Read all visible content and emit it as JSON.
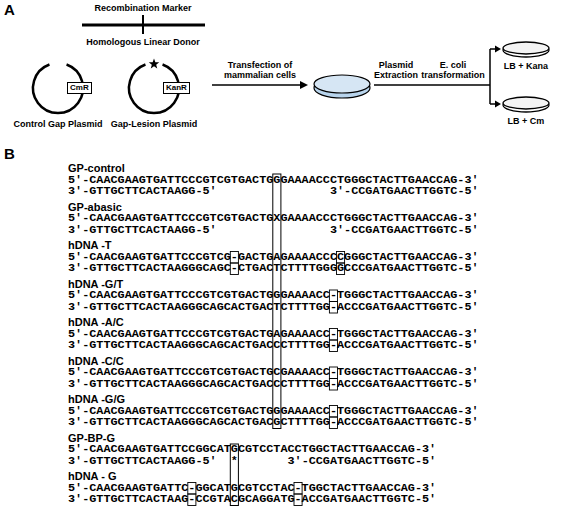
{
  "diagram": {
    "nodes": [
      {
        "text": [
          "Control Gap Plasmid"
        ]
      },
      {
        "text": [
          "CmR"
        ],
        "in": 0
      },
      {
        "text": [
          "Gap-Lesion Plasmid"
        ]
      },
      {
        "text": [
          "KanR"
        ],
        "in": 2
      },
      {
        "text": [
          "LB + Kana"
        ]
      },
      {
        "text": [
          "LB + Cm"
        ]
      }
    ],
    "labels": [
      "A",
      "Recombination Marker",
      "Homologous Linear Donor",
      "Transfection of mammalian cells",
      "Plasmid Extraction",
      "E. coli transformation",
      "B",
      "GP-control",
      "5'-CAACGAAGTGATTCCCGTCGTGACTGGGAAAACCCTGGGCTACTTGAACCAG-3'",
      "3'-GTTGCTTCACTAAGG-5'",
      "3'-CCGATGAACTTGGTC-5'",
      "GP-abasic",
      "5'-CAACGAAGTGATTCCCGTCGTGACTGXGAAAACCCTGGGCTACTTGAACCAG-3'",
      "3'-GTTGCTTCACTAAGG-5'",
      "3'-CCGATGAACTTGGTC-5'",
      "hDNA -T",
      "5'-CAACGAAGTGATTCCCGTCG-GACTGAGAAAACCCCGGGCTACTTGAACCAG-3'",
      "3'-GTTGCTTCACTAAGGGCAGC-CTGACTCTTTTGGGGCCCGATGAACTTGGTC-5'",
      "hDNA -G/T",
      "5'-CAACGAAGTGATTCCCGTCGTGACTGGGAAAACC-TGGGCTACTTGAACCAG-3'",
      "3'-GTTGCTTCACTAAGGGCAGCACTGACTCTTTTGG-ACCCGATGAACTTGGTC-5'",
      "hDNA -A/C",
      "5'-CAACGAAGTGATTCCCGTCGTGACTGAGAAAACC-TGGGCTACTTGAACCAG-3'",
      "3'-GTTGCTTCACTAAGGGCAGCACTGACCCTTTTGG-ACCCGATGAACTTGGTC-5'",
      "hDNA -C/C",
      "5'-CAACGAAGTGATTCCCGTCGTGACTGCGAAAACC-TGGGCTACTTGAACCAG-3'",
      "3'-GTTGCTTCACTAAGGGCAGCACTGACCCTTTTGG-ACCCGATGAACTTGGTC-5'",
      "hDNA -G/G",
      "5'-CAACGAAGTGATTCCCGTCGTGACTGGGAAAACC-TGGGCTACTTGAACCAG-3'",
      "3'-GTTGCTTCACTAAGGGCAGCACTGACGCTTTTGG-ACCCGATGAACTTGGTC-5'",
      "GP-BP-G",
      "5'-CAACGAAGTGATTCCGGCATGCGTCCTACCTGGCTACTTGAACCAG-3'",
      "3'-GTTGCTTCACTAAGG-5'",
      "3'-CCGATGAACTTGGTC-5'",
      "*",
      "hDNA - G",
      "5'-CAACGAAGTGATTC-GGCATGCGTCCTAC-TGGCTACTTGAACCAG-3'",
      "3'-GTTGCTTCACTAAG-CCGTACGCAGGATG-ACCGATGAACTTGGTC-5'"
    ]
  }
}
